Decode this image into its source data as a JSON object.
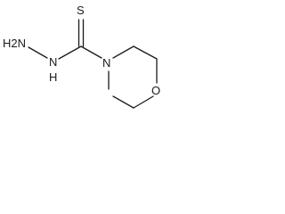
{
  "atoms": {
    "sulfur": "S",
    "hydrazine_n": "H2N",
    "hydrazine_nh": "N",
    "hydrazine_h": "H",
    "morpholine_n": "N",
    "morpholine_o": "O"
  }
}
